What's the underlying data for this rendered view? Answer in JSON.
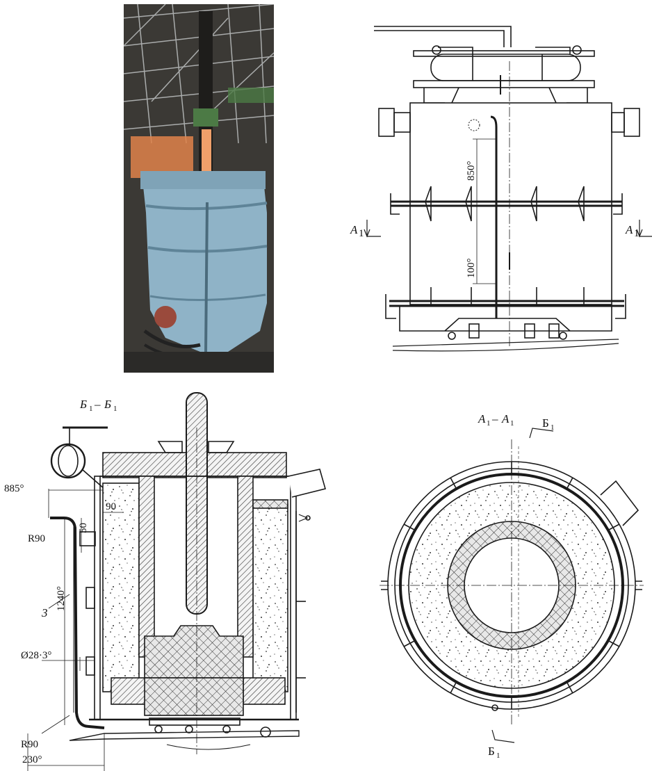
{
  "photo": {
    "caption": ""
  },
  "elevation": {
    "section_mark_left": "A",
    "section_mark_right": "A",
    "section_mark_sub": "1",
    "dim_upper": "850°",
    "dim_lower": "100°"
  },
  "section": {
    "title_main": "Б",
    "title_sub": "1",
    "title_dash": "–",
    "dim_885": "885°",
    "dim_90": "90",
    "dim_R90_top": "R90",
    "dim_50": "50",
    "dim_1240": "1240°",
    "label_3": "3",
    "dim_d28": "Ø28·3°",
    "dim_R90_bottom": "R90",
    "dim_230": "230°"
  },
  "plan": {
    "title_main": "A",
    "title_sub": "1",
    "title_dash": "–",
    "cut_mark_top": "Б",
    "cut_mark_bottom": "Б",
    "cut_mark_sub": "1"
  },
  "colors": {
    "line": "#1a1a1a",
    "vessel_blue": "#8fb3c7",
    "vessel_shadow": "#5f8498",
    "hall_dark": "#2b2a28",
    "hot_metal": "#e0824a"
  }
}
